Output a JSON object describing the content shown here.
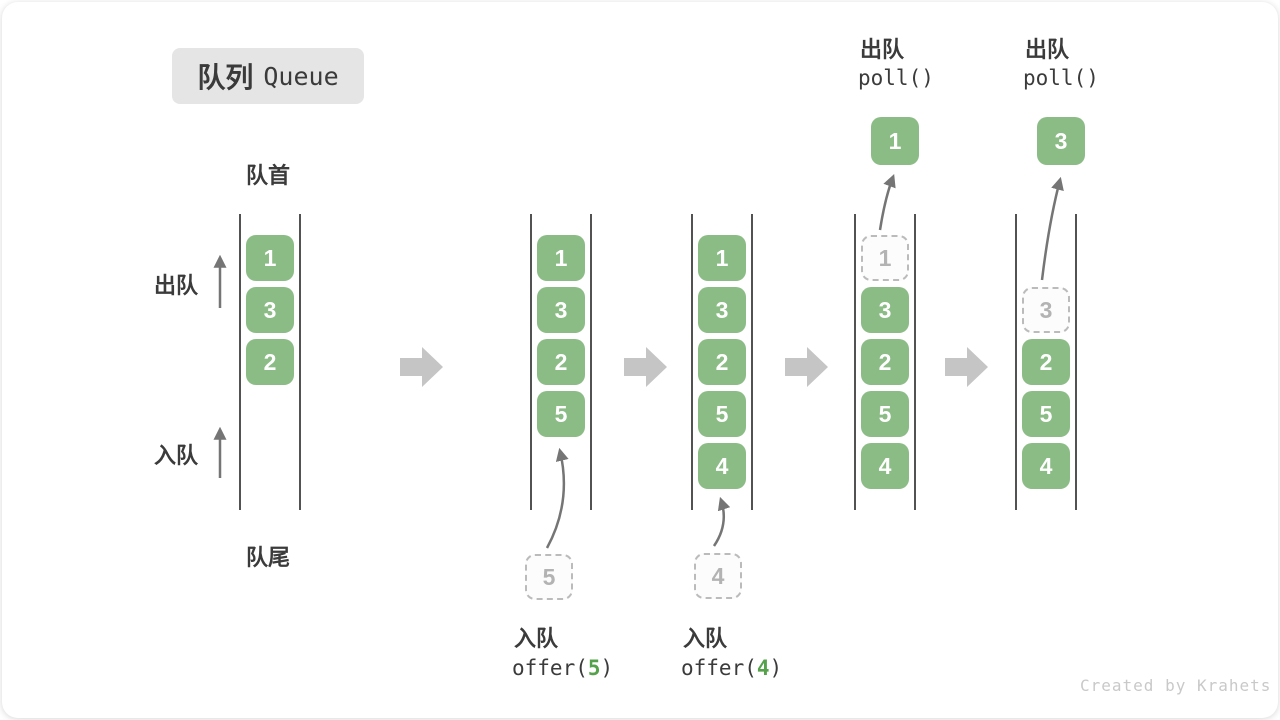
{
  "title": {
    "zh": "队列",
    "en": "Queue"
  },
  "labels": {
    "front": "队首",
    "rear": "队尾",
    "dequeue": "出队",
    "enqueue": "入队"
  },
  "columns": [
    {
      "name": "state-initial",
      "blocks": [
        {
          "value": "1",
          "slot": 0,
          "style": "solid"
        },
        {
          "value": "3",
          "slot": 1,
          "style": "solid"
        },
        {
          "value": "2",
          "slot": 2,
          "style": "solid"
        }
      ]
    },
    {
      "name": "state-after-offer-5",
      "blocks": [
        {
          "value": "1",
          "slot": 0,
          "style": "solid"
        },
        {
          "value": "3",
          "slot": 1,
          "style": "solid"
        },
        {
          "value": "2",
          "slot": 2,
          "style": "solid"
        },
        {
          "value": "5",
          "slot": 3,
          "style": "solid"
        }
      ],
      "staged": {
        "value": "5"
      }
    },
    {
      "name": "state-after-offer-4",
      "blocks": [
        {
          "value": "1",
          "slot": 0,
          "style": "solid"
        },
        {
          "value": "3",
          "slot": 1,
          "style": "solid"
        },
        {
          "value": "2",
          "slot": 2,
          "style": "solid"
        },
        {
          "value": "5",
          "slot": 3,
          "style": "solid"
        },
        {
          "value": "4",
          "slot": 4,
          "style": "solid"
        }
      ],
      "staged": {
        "value": "4"
      }
    },
    {
      "name": "state-after-poll-1",
      "blocks": [
        {
          "value": "1",
          "slot": 0,
          "style": "dashed"
        },
        {
          "value": "3",
          "slot": 1,
          "style": "solid"
        },
        {
          "value": "2",
          "slot": 2,
          "style": "solid"
        },
        {
          "value": "5",
          "slot": 3,
          "style": "solid"
        },
        {
          "value": "4",
          "slot": 4,
          "style": "solid"
        }
      ],
      "popped": {
        "value": "1"
      }
    },
    {
      "name": "state-after-poll-3",
      "blocks": [
        {
          "value": "3",
          "slot": 1,
          "style": "dashed"
        },
        {
          "value": "2",
          "slot": 2,
          "style": "solid"
        },
        {
          "value": "5",
          "slot": 3,
          "style": "solid"
        },
        {
          "value": "4",
          "slot": 4,
          "style": "solid"
        }
      ],
      "popped": {
        "value": "3"
      }
    }
  ],
  "operations": {
    "enqueue_5": {
      "label": "入队",
      "code_prefix": "offer(",
      "code_arg": "5",
      "code_suffix": ")"
    },
    "enqueue_4": {
      "label": "入队",
      "code_prefix": "offer(",
      "code_arg": "4",
      "code_suffix": ")"
    },
    "poll_first": {
      "label": "出队",
      "code": "poll()"
    },
    "poll_second": {
      "label": "出队",
      "code": "poll()"
    }
  },
  "watermark": "Created by Krahets",
  "colors": {
    "block_green": "#8bbc85",
    "code_arg_green": "#56a14b",
    "flow_arrow_gray": "#c5c5c5",
    "thin_arrow_gray": "#757575",
    "wall_gray": "#525252",
    "title_box_bg": "#e5e5e5",
    "dashed_border": "#bbbbbb",
    "watermark_gray": "#c9c9c9"
  }
}
